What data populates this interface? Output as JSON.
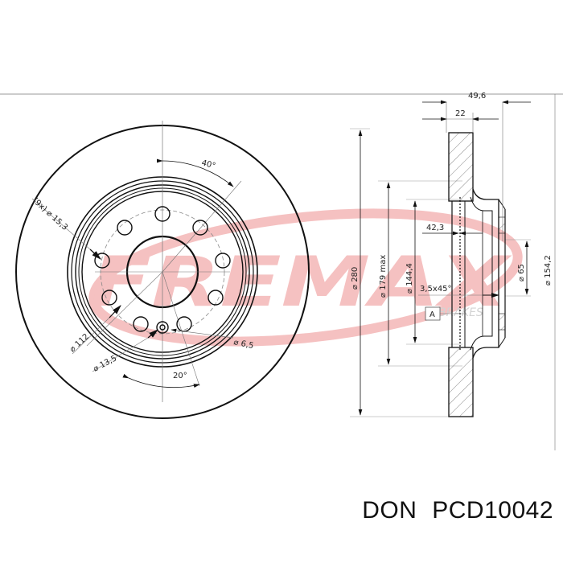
{
  "caption": {
    "brand": "DON",
    "part_number": "PCD10042"
  },
  "watermark": {
    "text": "FREMAX",
    "subtext": "BRAKES",
    "color": "#f2a3a3"
  },
  "front_view": {
    "angle_top": "40°",
    "angle_bottom": "20°",
    "bolt_holes": "(9x)",
    "bolt_hole_diameter": "⌀ 15,3",
    "bolt_circle_diameter": "⌀ 112",
    "center_hole_diameter": "⌀ 13,5",
    "small_hole_diameter": "⌀ 6,5"
  },
  "side_view": {
    "total_height": "49,6",
    "disc_thickness": "22",
    "hat_depth": "42,3",
    "chamfer": "3,5x45°",
    "datum": "A",
    "outer_diameter": "⌀ 280",
    "vent_diameter": "⌀ 179 max",
    "hat_diameter": "⌀ 144,4",
    "center_bore": "⌀ 65",
    "hub_diameter": "⌀ 154,2"
  },
  "colors": {
    "line": "#1a1a1a",
    "thin": "#777777",
    "frame": "#bbbbbb"
  }
}
